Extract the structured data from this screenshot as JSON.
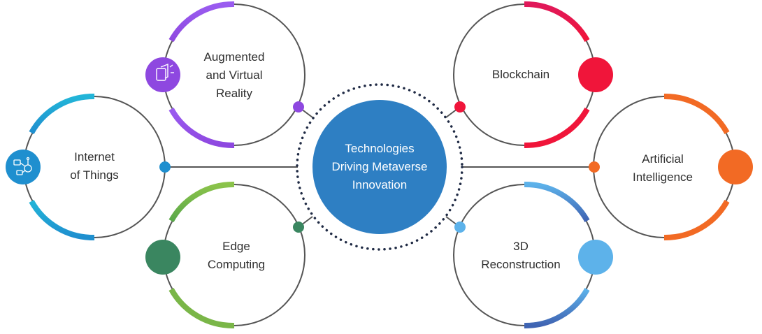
{
  "center": {
    "label": "Technologies\nDriving Metaverse\nInnovation",
    "color": "#2e7fc3"
  },
  "nodes": [
    {
      "id": "ar-vr",
      "label": "Augmented\nand Virtual\nReality",
      "color": "#8e48e0",
      "color2": "#9b6af0",
      "icon": "ar-vr-cube-icon"
    },
    {
      "id": "internet-of-things",
      "label": "Internet\nof Things",
      "color": "#1f8fcf",
      "color2": "#22b5d8",
      "icon": "iot-network-icon"
    },
    {
      "id": "edge-computing",
      "label": "Edge\nComputing",
      "color": "#3a8660",
      "color2": "#8bc34a",
      "icon": ""
    },
    {
      "id": "blockchain",
      "label": "Blockchain",
      "color": "#f0153a",
      "color2": "#d11a6a",
      "icon": ""
    },
    {
      "id": "artificial-intelligence",
      "label": "Artificial\nIntelligence",
      "color": "#f26a24",
      "color2": "#f5a623",
      "icon": ""
    },
    {
      "id": "3d-reconstruction",
      "label": "3D\nReconstruction",
      "color": "#5db2ea",
      "color2": "#3f63b2",
      "icon": ""
    }
  ]
}
